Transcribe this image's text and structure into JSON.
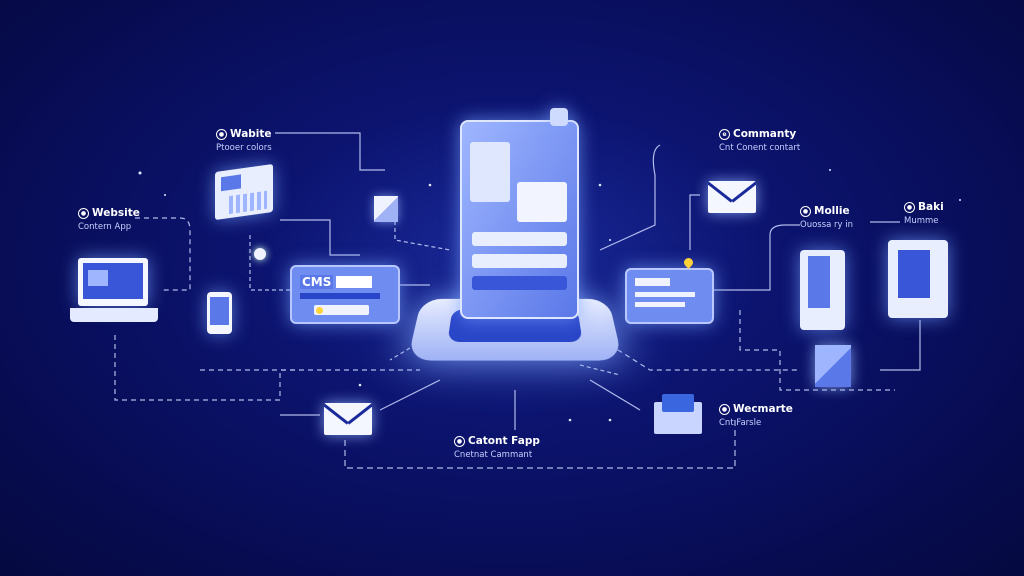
{
  "colors": {
    "background": "#070c52",
    "accent": "#6f8cf0",
    "highlight": "#f4f7ff",
    "panel": "#3a56d8"
  },
  "labels": {
    "wabite": {
      "title": "Wabite",
      "subtitle": "Ptooer colors"
    },
    "website": {
      "title": "Website",
      "subtitle": "Contern App"
    },
    "commanty": {
      "title": "Commanty",
      "subtitle": "Cnt Conent contart"
    },
    "mollie": {
      "title": "Mollie",
      "subtitle": "Ouossa ry in"
    },
    "baki": {
      "title": "Baki",
      "subtitle": "Mumme"
    },
    "wecmarte": {
      "title": "Wecmarte",
      "subtitle": "Cnt Farsle"
    },
    "catont_app": {
      "title": "Catont Fapp",
      "subtitle": "Cnetnat Cammant"
    }
  },
  "cms_card": {
    "label": "CMS"
  },
  "icons": [
    "server-stack-icon",
    "laptop-icon",
    "phone-icon",
    "envelope-icon",
    "cube-icon",
    "document-chart-icon",
    "tablet-icon",
    "kiosk-icon",
    "open-envelope-icon",
    "check-badge-icon"
  ]
}
